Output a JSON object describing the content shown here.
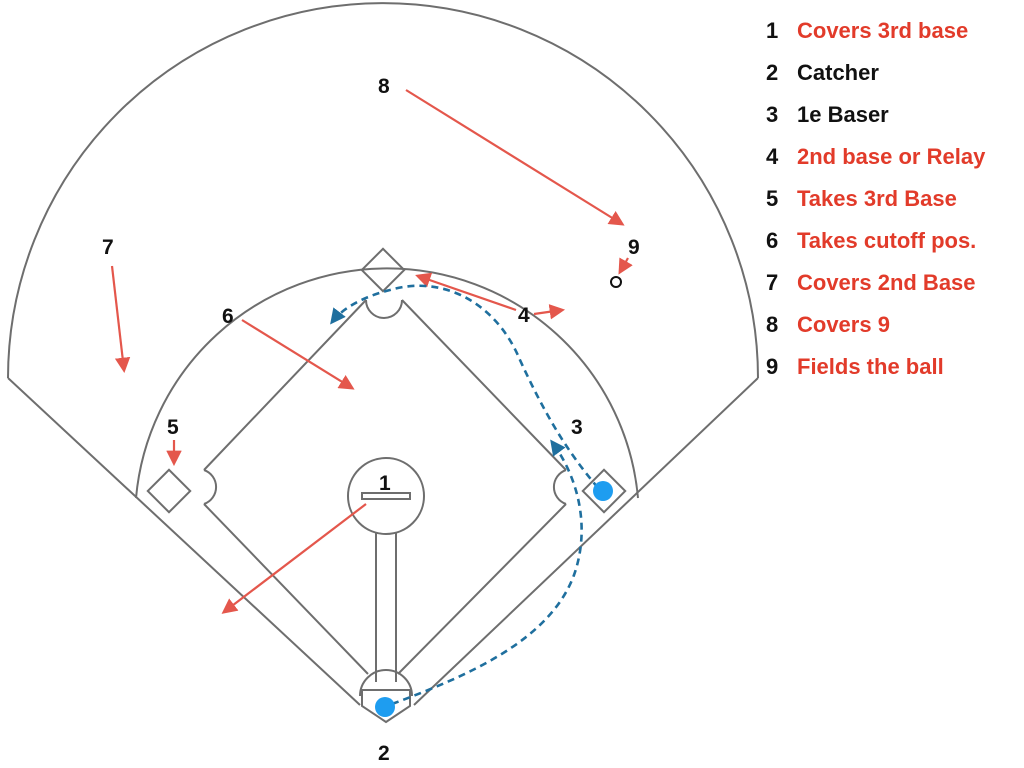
{
  "colors": {
    "assignment_red": "#e23b2a",
    "default_text": "#111111",
    "runner_blue": "#1e9df0",
    "route_blue": "#1f6f9e",
    "arrow_red": "#e4574c",
    "field_line": "#6e6e6e"
  },
  "positions": [
    {
      "number": "1",
      "label": "Covers 3rd base",
      "highlight": true
    },
    {
      "number": "2",
      "label": "Catcher",
      "highlight": false
    },
    {
      "number": "3",
      "label": "1e Baser",
      "highlight": false
    },
    {
      "number": "4",
      "label": "2nd base or Relay",
      "highlight": true
    },
    {
      "number": "5",
      "label": "Takes 3rd Base",
      "highlight": true
    },
    {
      "number": "6",
      "label": "Takes cutoff pos.",
      "highlight": true
    },
    {
      "number": "7",
      "label": "Covers 2nd Base",
      "highlight": true
    },
    {
      "number": "8",
      "label": "Covers 9",
      "highlight": true
    },
    {
      "number": "9",
      "label": "Fields the ball",
      "highlight": true
    }
  ],
  "field_labels": {
    "p1": "1",
    "p2": "2",
    "p3": "3",
    "p4": "4",
    "p5": "5",
    "p6": "6",
    "p7": "7",
    "p8": "8",
    "p9": "9"
  }
}
